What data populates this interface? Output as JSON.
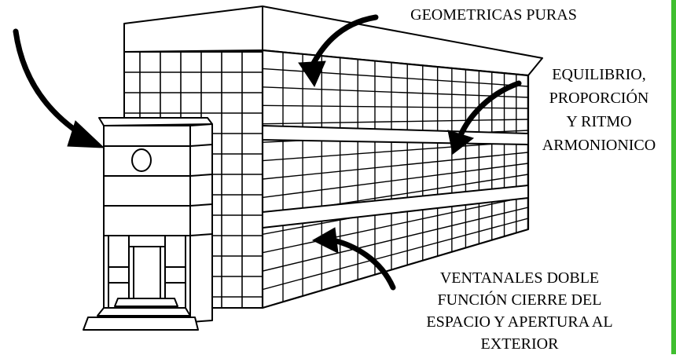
{
  "annotations": {
    "top": {
      "lines": [
        "GEOMETRICAS PURAS"
      ]
    },
    "right": {
      "lines": [
        "EQUILIBRIO,",
        "PROPORCIÓN",
        "Y RITMO",
        "ARMONIONICO"
      ]
    },
    "bottom": {
      "lines": [
        "VENTANALES DOBLE",
        "FUNCIÓN CIERRE DEL",
        "ESPACIO Y APERTURA AL",
        "EXTERIOR"
      ]
    }
  },
  "colors": {
    "ink": "#000000",
    "paper": "#ffffff",
    "edge_accent": "#3fbf2f"
  },
  "icons": [
    "curved-arrow-icon"
  ]
}
